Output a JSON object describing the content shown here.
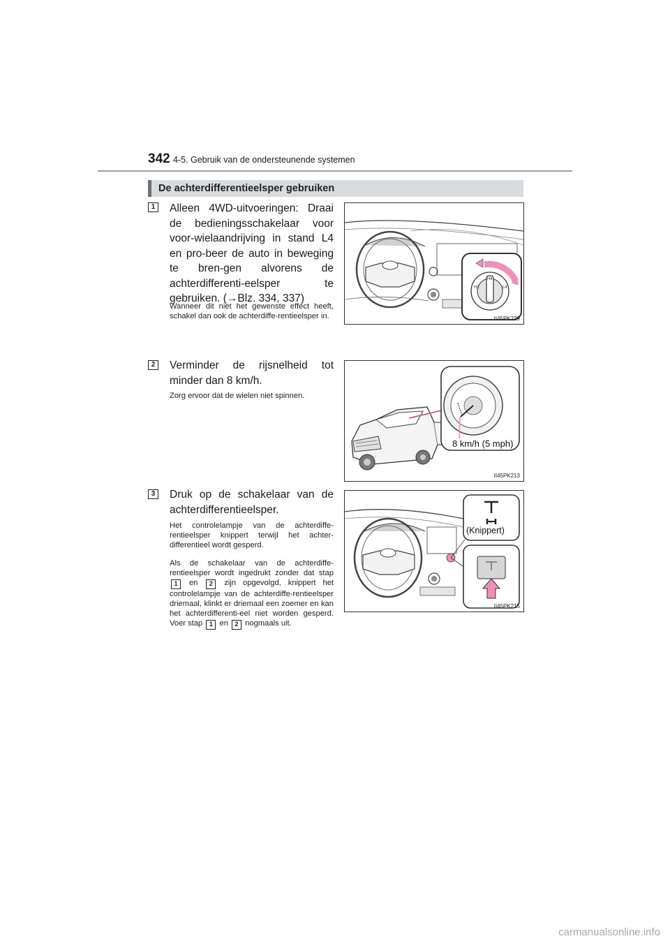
{
  "header": {
    "page_number": "342",
    "chapter": "4-5. Gebruik van de ondersteunende systemen"
  },
  "section_title": "De achterdifferentieelsper gebruiken",
  "steps": [
    {
      "number": "1",
      "main_text": "Alleen 4WD-uitvoeringen: Draai de bedieningsschakelaar voor voor-wielaandrijving in stand L4 en pro-beer de auto in beweging te bren-gen alvorens de achterdifferenti-eelsper te gebruiken. (→Blz. 334, 337)",
      "note": "Wanneer dit niet het gewenste effect heeft, schakel dan ook de achterdiffe-rentieelsper in.",
      "image_code": "II45PK239"
    },
    {
      "number": "2",
      "main_text": "Verminder de rijsnelheid tot minder dan 8 km/h.",
      "note": "Zorg ervoor dat de wielen niet spinnen.",
      "image_label": "8 km/h (5 mph)",
      "image_code": "II45PK213"
    },
    {
      "number": "3",
      "main_text": "Druk op de schakelaar van de achterdifferentieelsper.",
      "note": "Het controlelampje van de achterdiffe-rentieelsper knippert terwijl het achter-differentieel wordt gesperd.",
      "note2": {
        "part1": "Als de schakelaar van de achterdiffe-rentieelsper wordt ingedrukt zonder dat stap",
        "ref1": "1",
        "part2": "en",
        "ref2": "2",
        "part3": "zijn opgevolgd, knippert het controlelampje van de achterdiffe-rentieelsper driemaal, klinkt er driemaal een zoemer en kan het achterdifferenti-eel niet worden gesperd. Voer stap",
        "ref3": "1",
        "part4": "en",
        "ref4": "2",
        "part5": "nogmaals uit."
      },
      "image_label": "(Knippert)",
      "image_code": "II45PK215"
    }
  ],
  "selector_labels": {
    "h2": "H2",
    "h4": "H4",
    "l4": "L4"
  },
  "watermark": "carmanualsonline.info"
}
